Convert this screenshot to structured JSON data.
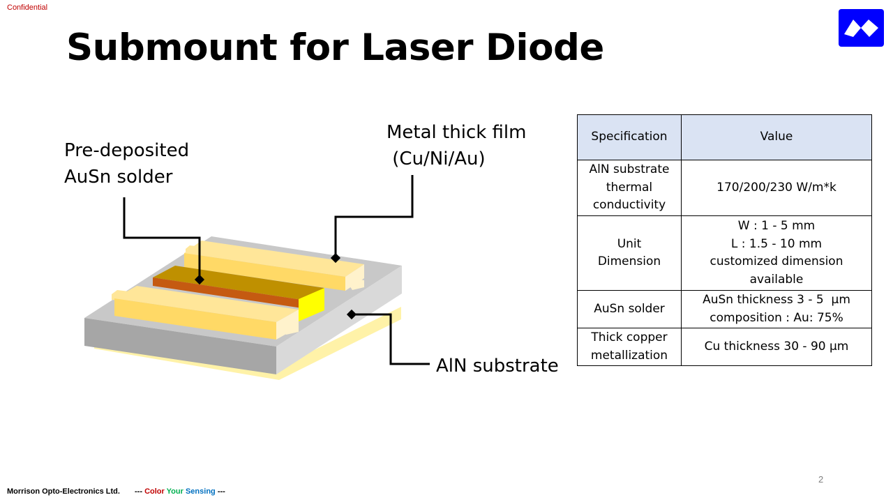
{
  "header": {
    "confidential": "Confidential",
    "title": "Submount for Laser Diode"
  },
  "colors": {
    "accent_red": "#c00000",
    "brand_blue": "#0000ff",
    "table_header_bg": "#dae3f3",
    "gold_light": "#ffe699",
    "gold_dark": "#c09000",
    "substrate_gray": "#a6a6a6"
  },
  "diagram": {
    "callout_solder": [
      "Pre-deposited",
      "AuSn solder"
    ],
    "callout_metal": [
      "Metal thick film",
      " (Cu/Ni/Au)"
    ],
    "callout_substrate": "AlN substrate"
  },
  "table": {
    "headers": [
      "Specification",
      "Value"
    ],
    "rows": [
      {
        "spec": [
          "AlN substrate",
          "thermal",
          "conductivity"
        ],
        "value": [
          "170/200/230 W/m*k"
        ]
      },
      {
        "spec": [
          "Unit",
          "Dimension"
        ],
        "value": [
          "W : 1 - 5 mm",
          "L : 1.5 - 10 mm",
          "customized dimension",
          "available"
        ]
      },
      {
        "spec": [
          "AuSn solder"
        ],
        "value": [
          "AuSn thickness 3 - 5  μm",
          "composition : Au: 75%"
        ]
      },
      {
        "spec": [
          "Thick copper",
          "metallization"
        ],
        "value": [
          "Cu thickness 30 - 90 μm"
        ]
      }
    ]
  },
  "footer": {
    "company": "Morrison Opto-Electronics Ltd.",
    "tag_pre": "--- ",
    "tag_color": "Color",
    "tag_your": "Your",
    "tag_sensing": "Sensing",
    "tag_post": " ---",
    "page_number": "2"
  }
}
